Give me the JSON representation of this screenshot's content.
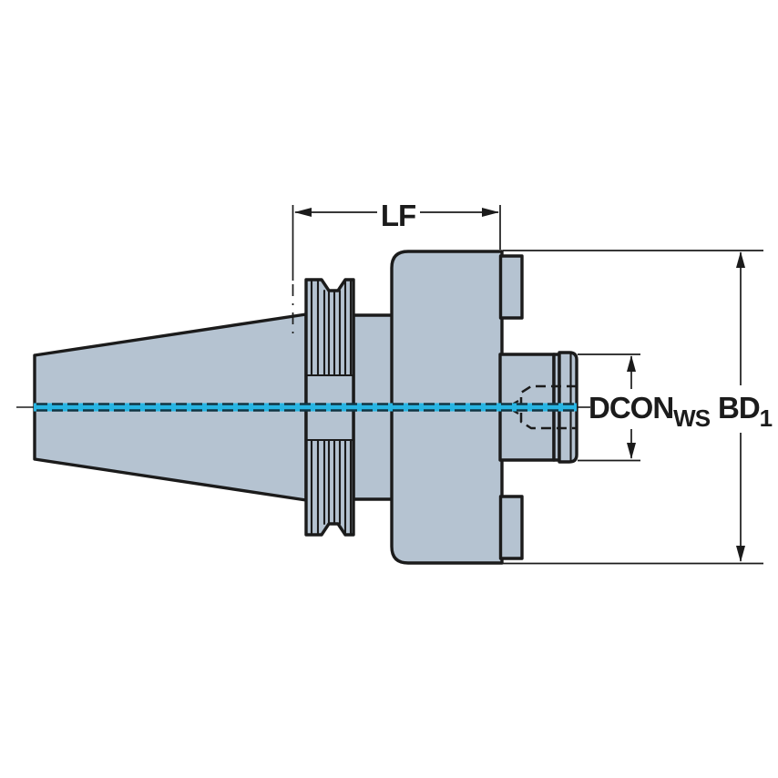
{
  "diagram": {
    "type": "technical-drawing",
    "labels": {
      "length": "LF",
      "coupling_diameter": "DCON",
      "coupling_diameter_sub": "WS",
      "body_diameter": "BD",
      "body_diameter_sub": "1"
    },
    "colors": {
      "body_fill": "#b5c3d1",
      "outline": "#1b1b1b",
      "centerline": "#28b4e2",
      "centerline_dash": "#103442",
      "background": "#ffffff"
    }
  }
}
